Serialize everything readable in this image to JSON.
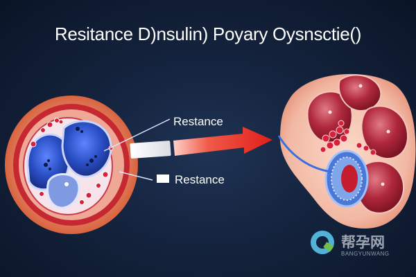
{
  "title": "Resitance D)nsulin) Poyary Oysnsctie()",
  "labels": {
    "upper": "Restance",
    "lower": "Restance"
  },
  "watermark": {
    "main": "帮孕网",
    "sub": "BANGYUNWANG"
  },
  "colors": {
    "background": "#14233d",
    "arrow": "#e8312a",
    "cell_blue": "#2a4fc4",
    "tissue_red": "#c8283a",
    "tissue_pink": "#f2b9a4"
  }
}
